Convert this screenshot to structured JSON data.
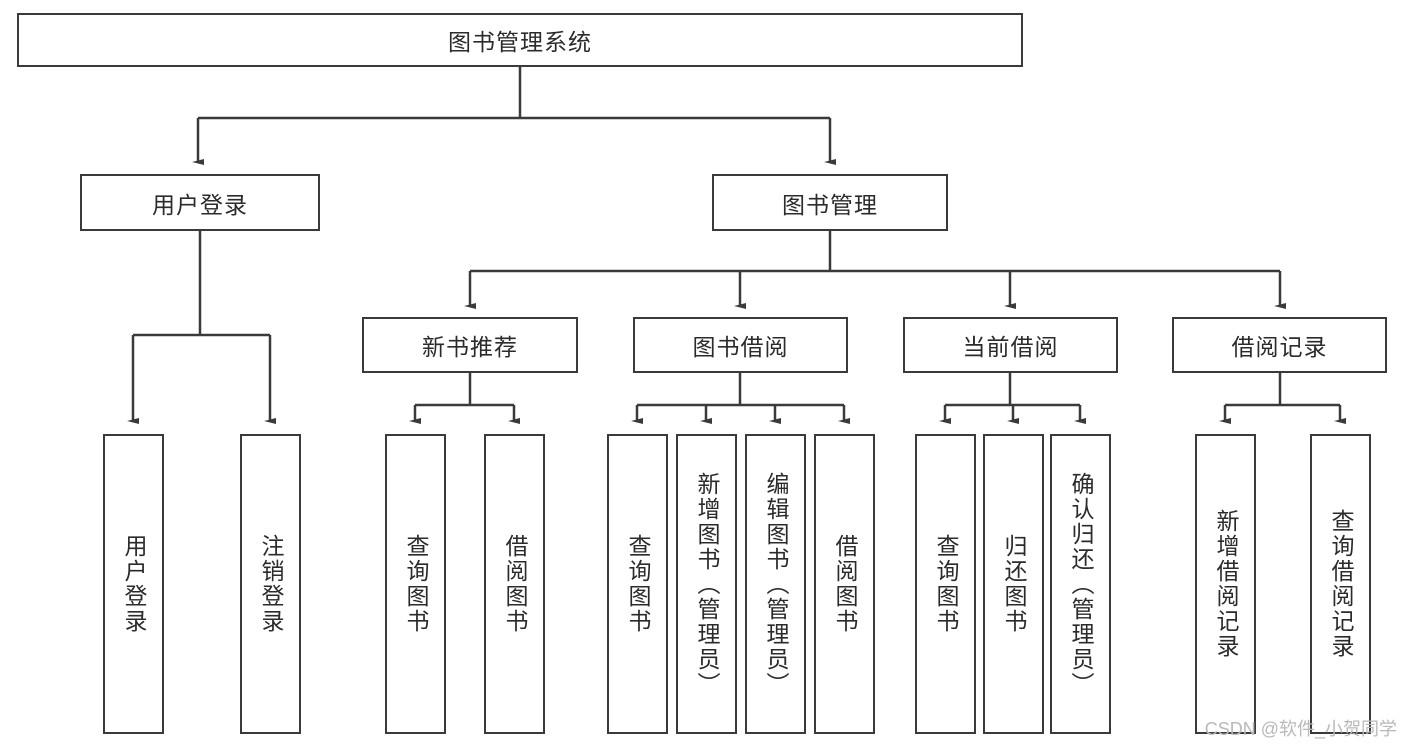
{
  "diagram": {
    "title": "图书管理系统",
    "watermark": "CSDN @软件_小贺同学",
    "nodes": {
      "root": {
        "label": "图书管理系统"
      },
      "level1": [
        {
          "id": "user-login",
          "label": "用户登录"
        },
        {
          "id": "book-manage",
          "label": "图书管理"
        }
      ],
      "level2": [
        {
          "id": "new-book-recommend",
          "label": "新书推荐"
        },
        {
          "id": "book-borrow",
          "label": "图书借阅"
        },
        {
          "id": "current-borrow",
          "label": "当前借阅"
        },
        {
          "id": "borrow-record",
          "label": "借阅记录"
        }
      ],
      "leaves": [
        {
          "id": "leaf-user-login",
          "label": "用户登录"
        },
        {
          "id": "leaf-user-logout",
          "label": "注销登录"
        },
        {
          "id": "leaf-query-book-1",
          "label": "查询图书"
        },
        {
          "id": "leaf-borrow-book-1",
          "label": "借阅图书"
        },
        {
          "id": "leaf-query-book-2",
          "label": "查询图书"
        },
        {
          "id": "leaf-add-book",
          "label": "新增图书（管理员）"
        },
        {
          "id": "leaf-edit-book",
          "label": "编辑图书（管理员）"
        },
        {
          "id": "leaf-borrow-book-2",
          "label": "借阅图书"
        },
        {
          "id": "leaf-query-book-3",
          "label": "查询图书"
        },
        {
          "id": "leaf-return-book",
          "label": "归还图书"
        },
        {
          "id": "leaf-confirm-return",
          "label": "确认归还（管理员）"
        },
        {
          "id": "leaf-add-record",
          "label": "新增借阅记录"
        },
        {
          "id": "leaf-query-record",
          "label": "查询借阅记录"
        }
      ]
    },
    "colors": {
      "stroke": "#3a3a3a",
      "text": "#2b2b2b",
      "background": "#ffffff",
      "watermark": "#b9b9b9"
    }
  }
}
